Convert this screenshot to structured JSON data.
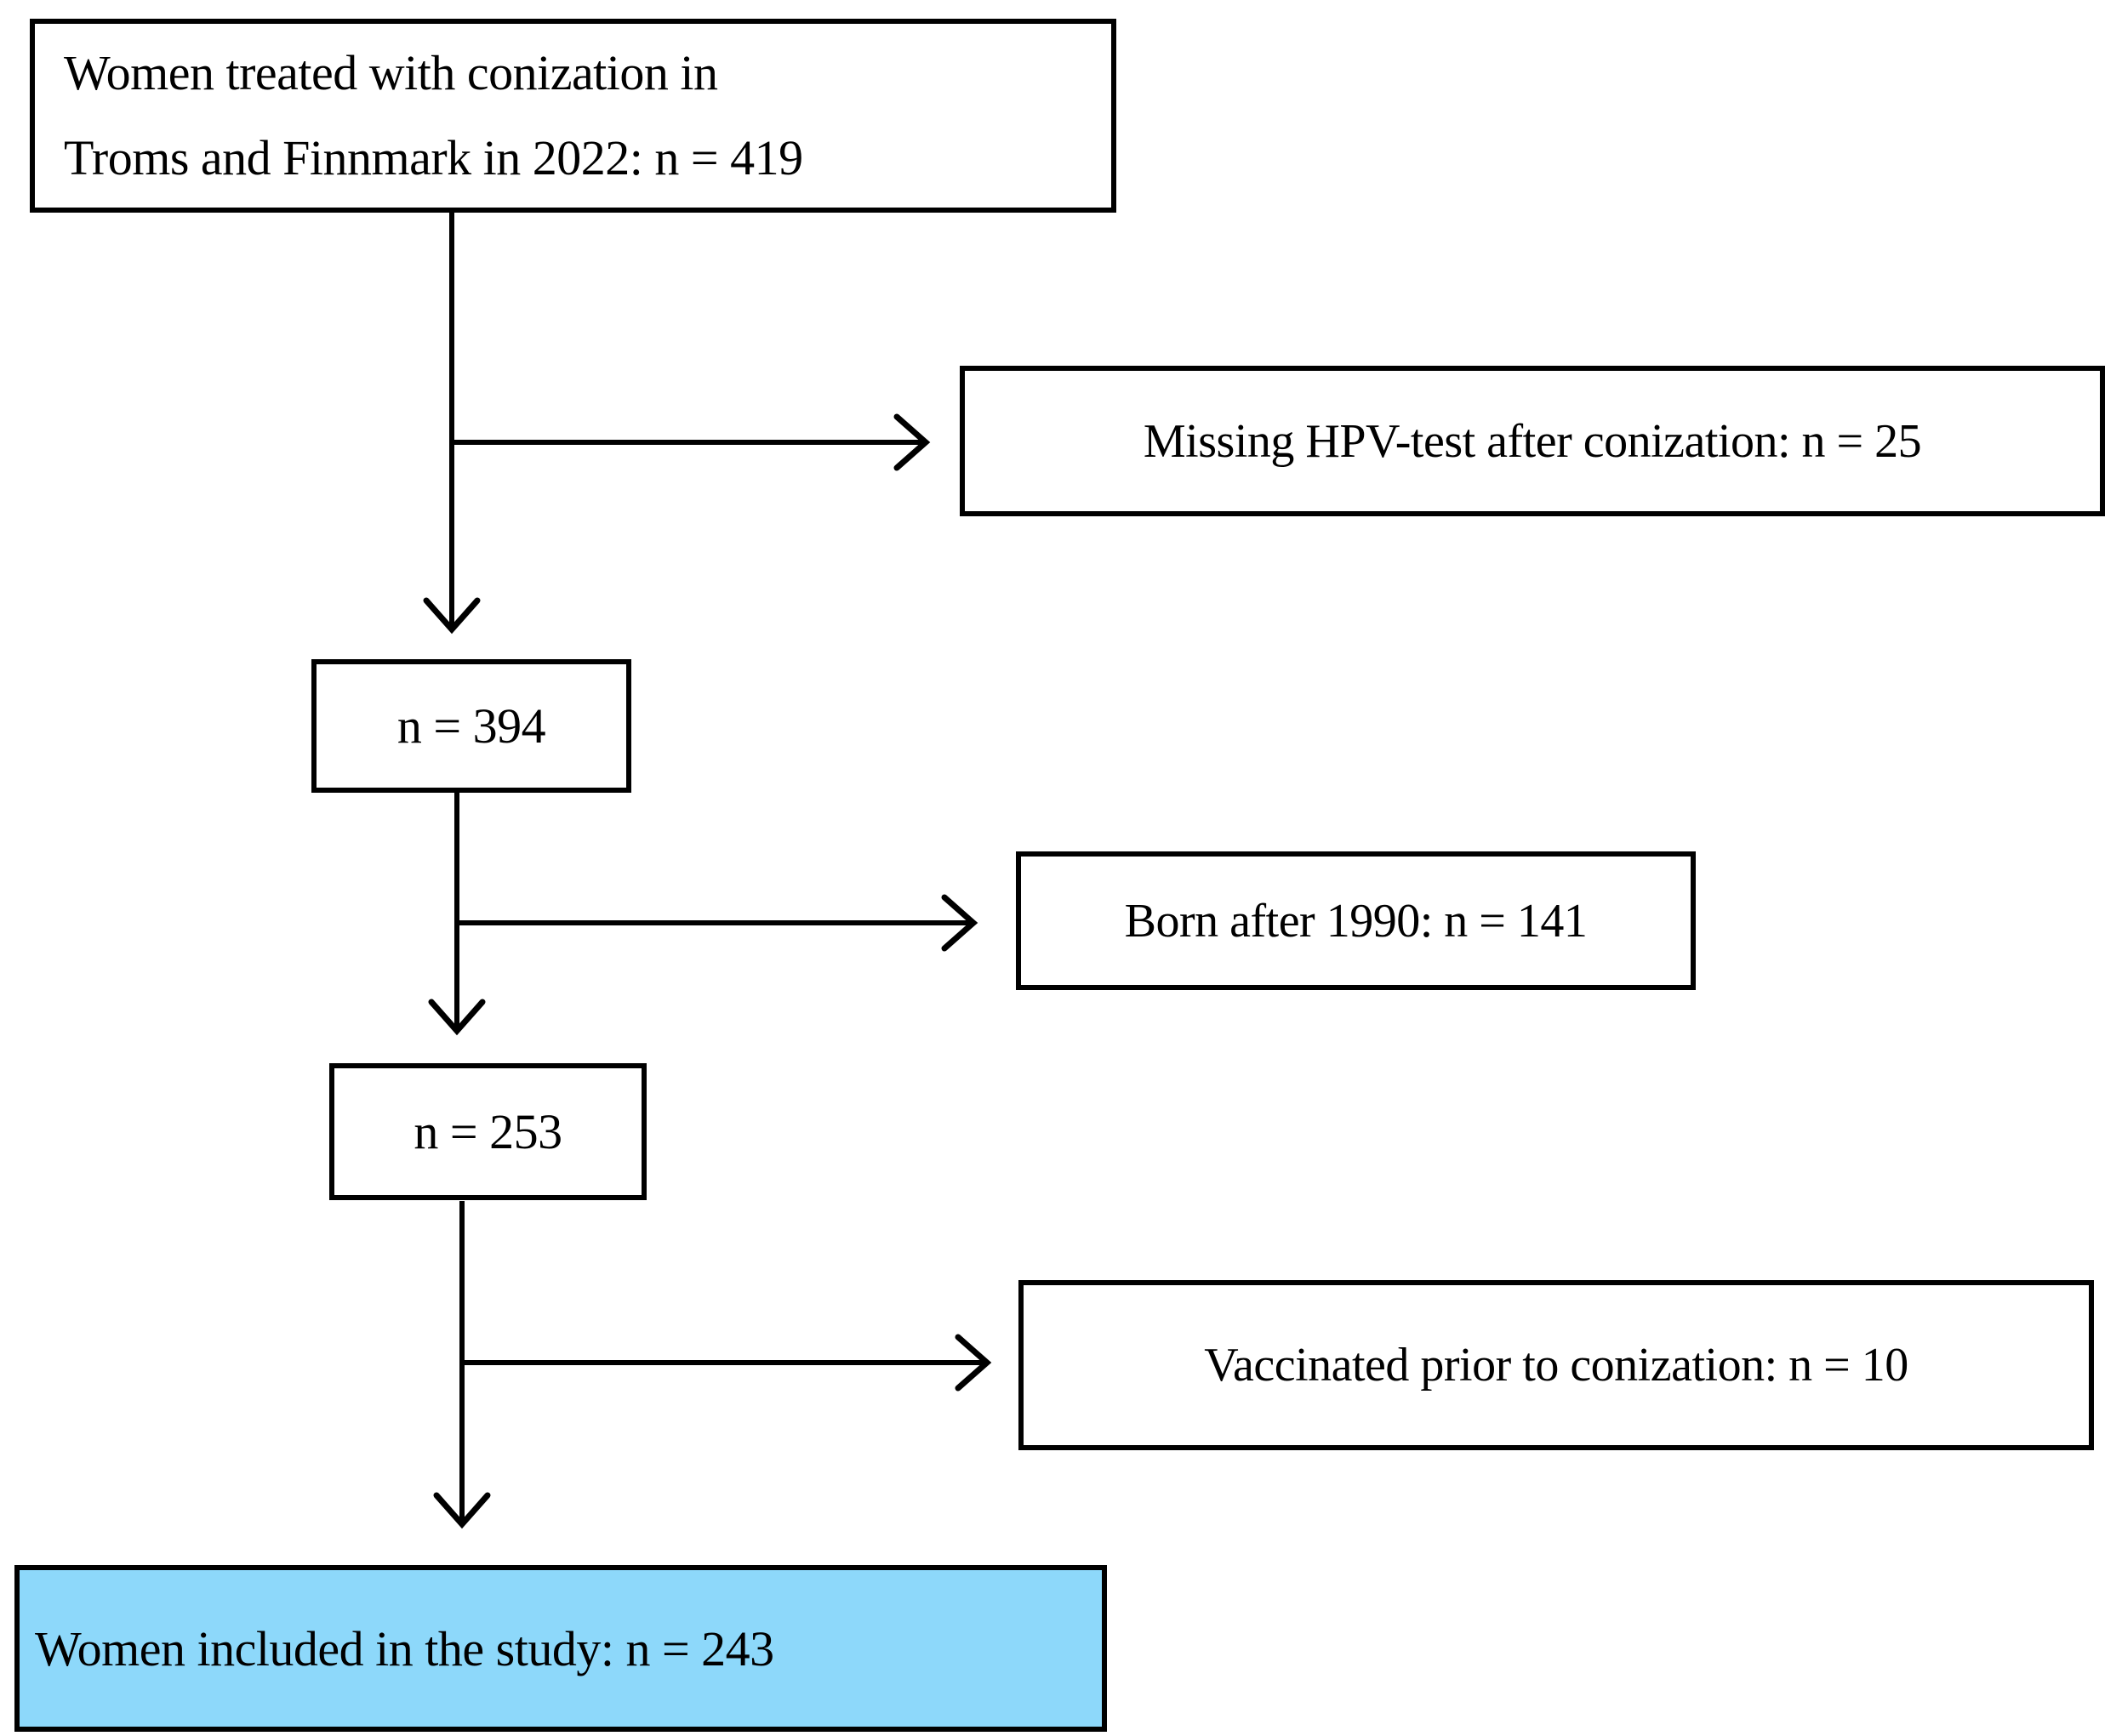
{
  "flowchart": {
    "background_color": "#FFFFFF",
    "line_color": "#000000",
    "highlight_fill": "#8DD8FA",
    "start_box": {
      "line1": "Women treated with conization in",
      "line2": "Troms and Finnmark in 2022: n = 419"
    },
    "exclusions": [
      {
        "label": "Missing HPV-test after conization: n = 25"
      },
      {
        "label": "Born after 1990: n = 141"
      },
      {
        "label": "Vaccinated prior to conization: n = 10"
      }
    ],
    "intermediate": [
      {
        "label": "n = 394"
      },
      {
        "label": "n = 253"
      }
    ],
    "final_box": {
      "label": "Women included in the study: n = 243"
    }
  }
}
